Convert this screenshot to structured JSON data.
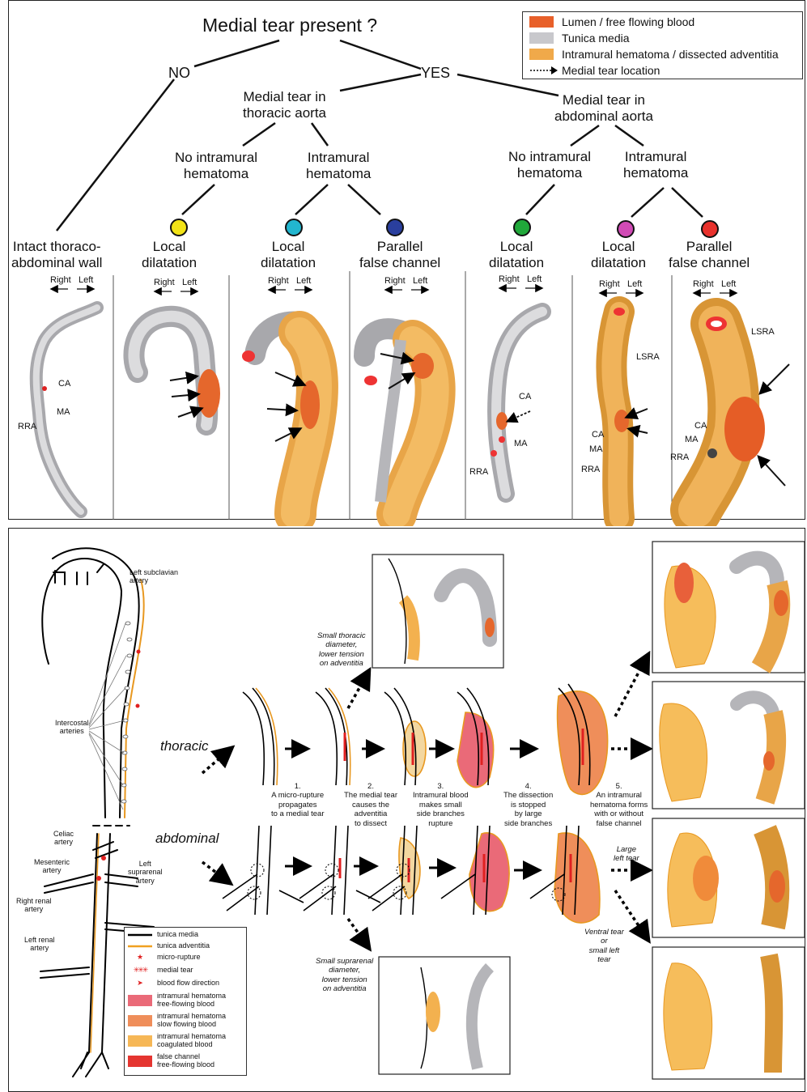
{
  "top": {
    "question": "Medial tear present ?",
    "no": "NO",
    "yes": "YES",
    "thoracic": "Medial tear in\nthoracic aorta",
    "abdominal": "Medial tear in\nabdominal aorta",
    "no_hematoma_1": "No intramural\nhematoma",
    "hematoma_1": "Intramural\nhematoma",
    "no_hematoma_2": "No intramural\nhematoma",
    "hematoma_2": "Intramural\nhematoma",
    "leaves": [
      "Intact thoraco-\nabdominal wall",
      "Local\ndilatation",
      "Local\ndilatation",
      "Parallel\nfalse channel",
      "Local\ndilatation",
      "Local\ndilatation",
      "Parallel\nfalse channel"
    ],
    "dot_colors": [
      "#f2e317",
      "#22b6cf",
      "#2a3f9e",
      "#20a83a",
      "#d04bb5",
      "#e8312c"
    ],
    "right": "Right",
    "left": "Left",
    "legend": [
      {
        "label": "Lumen / free flowing blood",
        "color": "#e8602a"
      },
      {
        "label": "Tunica media",
        "color": "#c8c8cc"
      },
      {
        "label": "Intramural hematoma / dissected adventitia",
        "color": "#f0a94a"
      },
      {
        "label": "Medial tear location",
        "color": "#000000"
      }
    ],
    "labels": {
      "ca": "CA",
      "ma": "MA",
      "rra": "RRA",
      "lsra": "LSRA"
    }
  },
  "bottom": {
    "left_subclavian": "Left subclavian\nartery",
    "intercostal": "Intercostal\narteries",
    "celiac": "Celiac\nartery",
    "mesenteric": "Mesenteric\nartery",
    "left_suprarenal": "Left\nsuprarenal\nartery",
    "right_renal": "Right renal\nartery",
    "left_renal": "Left renal\nartery",
    "thoracic": "thoracic",
    "abdominal": "abdominal",
    "small_thoracic": "Small thoracic\ndiameter,\nlower tension\non adventitia",
    "small_suprarenal": "Small suprarenal\ndiameter,\nlower tension\non adventitia",
    "large_left": "Large\nleft tear",
    "ventral": "Ventral tear\nor\nsmall left\ntear",
    "steps": [
      "1.\nA micro-rupture\npropagates\nto a medial tear",
      "2.\nThe medial tear\ncauses the\nadventitia\nto dissect",
      "3.\nIntramural blood\nmakes small\nside branches\nrupture",
      "4.\nThe dissection\nis stopped\nby large\nside branches",
      "5.\nAn intramural\nhematoma forms\nwith or without\nfalse channel"
    ],
    "key": [
      {
        "label": "tunica media",
        "color": "#000000"
      },
      {
        "label": "tunica adventitia",
        "color": "#f0a020"
      },
      {
        "label": "micro-rupture",
        "color": "#e02020"
      },
      {
        "label": "medial tear",
        "color": "#e02020"
      },
      {
        "label": "blood flow direction",
        "color": "#e02020"
      },
      {
        "label": "intramural hematoma\nfree-flowing blood",
        "color": "#ea6a78"
      },
      {
        "label": "intramural hematoma\nslow flowing blood",
        "color": "#ef8e5a"
      },
      {
        "label": "intramural hematoma\ncoagulated blood",
        "color": "#f6b756"
      },
      {
        "label": "false channel\nfree-flowing blood",
        "color": "#e53530"
      }
    ]
  }
}
